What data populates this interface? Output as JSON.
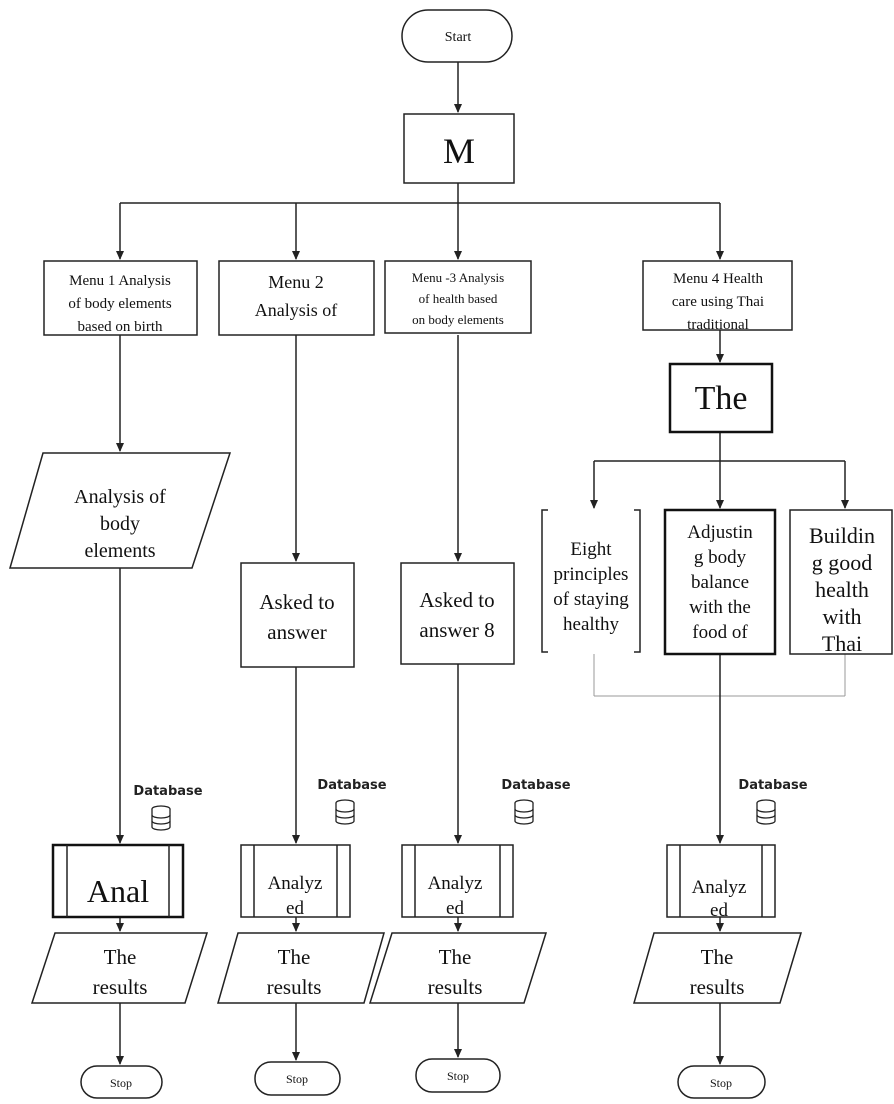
{
  "start": "Start",
  "main": "M",
  "menus": [
    {
      "lines": [
        "Menu 1 Analysis",
        "of body elements",
        "based on birth"
      ]
    },
    {
      "lines": [
        "Menu 2",
        "Analysis of"
      ]
    },
    {
      "lines": [
        "Menu -3 Analysis",
        "of health based",
        "on body elements"
      ]
    },
    {
      "lines": [
        "Menu 4 Health",
        "care using Thai",
        "traditional"
      ]
    }
  ],
  "the_box": "The",
  "menu4_children": [
    {
      "lines": [
        "Eight",
        "principles",
        "of staying",
        "healthy"
      ]
    },
    {
      "lines": [
        "Adjustin",
        "g body",
        "balance",
        "with the",
        "food of"
      ]
    },
    {
      "lines": [
        "Buildin",
        "g good",
        "health",
        "with",
        "Thai"
      ]
    }
  ],
  "input1": [
    "Analysis of",
    "body",
    "elements"
  ],
  "asked2": [
    "Asked to",
    "answer"
  ],
  "asked3": [
    "Asked to",
    "answer 8"
  ],
  "database": "Database",
  "process": {
    "col1": [
      "Anal"
    ],
    "col2": [
      "Analyz",
      "ed"
    ],
    "col3": [
      "Analyz",
      "ed"
    ],
    "col4": [
      "Analyz",
      "ed"
    ]
  },
  "results": [
    "The",
    "results"
  ],
  "stop": "Stop"
}
